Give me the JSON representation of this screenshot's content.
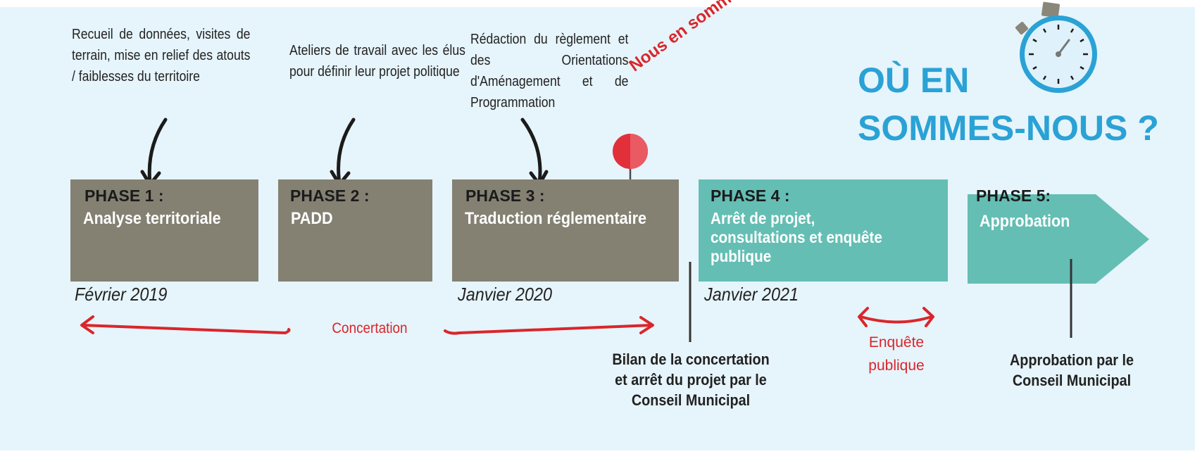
{
  "title": {
    "line1": "OÙ EN",
    "line2": "SOMMES-NOUS ?"
  },
  "marker_label": "Nous en sommes ici",
  "descriptions": [
    "Recueil de données, visites de terrain, mise en relief des atouts / faiblesses du territoire",
    "Ateliers de travail avec les élus pour définir leur projet politique",
    "Rédaction du règlement et des Orientations d'Aménagement et de Programmation"
  ],
  "phases": [
    {
      "title": "PHASE 1 :",
      "subtitle": "Analyse territoriale"
    },
    {
      "title": "PHASE 2 :",
      "subtitle": "PADD"
    },
    {
      "title": "PHASE 3 :",
      "subtitle": "Traduction réglementaire"
    },
    {
      "title": "PHASE 4 :",
      "subtitle": "Arrêt de projet, consultations et enquête publique"
    },
    {
      "title": "PHASE 5:",
      "subtitle": "Approbation"
    }
  ],
  "dates": [
    "Février 2019",
    "Janvier 2020",
    "Janvier 2021"
  ],
  "concertation_label": "Concertation",
  "enquete_label": "Enquête publique",
  "milestones": {
    "arret": "Bilan de la concertation et arrêt du projet par le Conseil Municipal",
    "approbation": "Approbation par le Conseil Municipal"
  },
  "colors": {
    "background": "#e6f4fb",
    "phase_done": "#848173",
    "phase_todo": "#64beb4",
    "accent_blue": "#2aa2d5",
    "accent_red": "#d9262b"
  },
  "icons": [
    "stopwatch-icon",
    "map-pin-icon"
  ]
}
